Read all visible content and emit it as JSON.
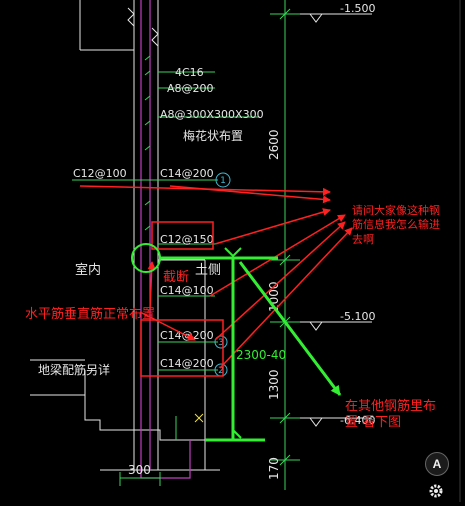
{
  "labels": {
    "rebar_4c16": "4C16",
    "rebar_a8_200": "A8@200",
    "rebar_a8_grid": "A8@300X300X300",
    "plum_layout": "梅花状布置",
    "rebar_c12_100": "C12@100",
    "rebar_c14_200_top": "C14@200",
    "rebar_c12_150": "C12@150",
    "rebar_c14_100": "C14@100",
    "rebar_c14_200_mid": "C14@200",
    "rebar_c14_200_low": "C14@200",
    "indoor": "室内",
    "soil_side": "土侧",
    "beam_rebar_note": "地梁配筋另详",
    "dim_2600": "2600",
    "dim_1000": "1000",
    "dim_1300": "1300",
    "dim_170": "170",
    "dim_300": "300",
    "elev_top": "-1.500",
    "elev_mid": "-5.100",
    "elev_bot": "-6.400",
    "marker_1": "1",
    "marker_2": "2",
    "marker_3": "3"
  },
  "annotations": {
    "question": [
      "请问大家像这种钢",
      "筋信息我怎么输进",
      "去啊"
    ],
    "cut": "截断",
    "horizontal_note": "水平筋垂直筋正常布置",
    "green_dim": "2300-40",
    "other_rebar": [
      "在其他钢筋里布",
      "置 看下图"
    ]
  },
  "toolbar": {
    "a_label": "A",
    "gear_icon": "gear"
  },
  "colors": {
    "bg": "#000000",
    "cad_white": "#e6e6e6",
    "cad_green": "#39d35a",
    "cad_cyan": "#3fb8d0",
    "cad_magenta": "#c040c0",
    "annot_red": "#ff2020",
    "annot_green": "#33ee33"
  }
}
